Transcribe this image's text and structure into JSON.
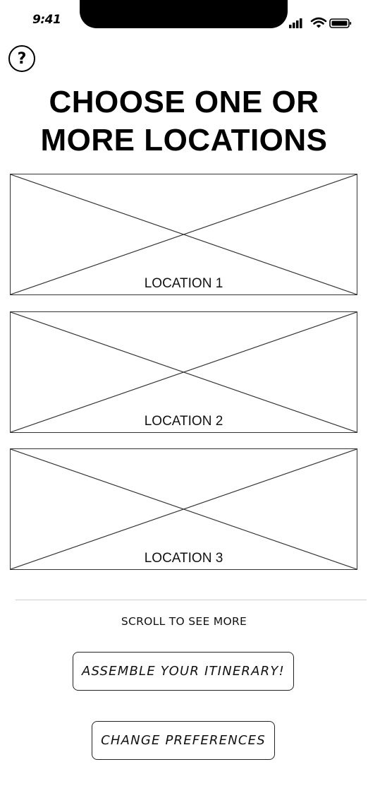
{
  "status_bar": {
    "time": "9:41",
    "icons": [
      "cellular-signal-icon",
      "wifi-icon",
      "battery-icon"
    ]
  },
  "help": {
    "label": "?"
  },
  "page": {
    "title_line1": "CHOOSE ONE OR",
    "title_line2": "MORE LOCATIONS"
  },
  "locations": [
    {
      "label": "LOCATION 1",
      "image": "placeholder-image-icon"
    },
    {
      "label": "LOCATION 2",
      "image": "placeholder-image-icon"
    },
    {
      "label": "LOCATION 3",
      "image": "placeholder-image-icon"
    }
  ],
  "footer": {
    "scroll_hint": "SCROLL TO SEE MORE",
    "assemble_label": "ASSEMBLE YOUR ITINERARY!",
    "preferences_label": "CHANGE PREFERENCES"
  }
}
